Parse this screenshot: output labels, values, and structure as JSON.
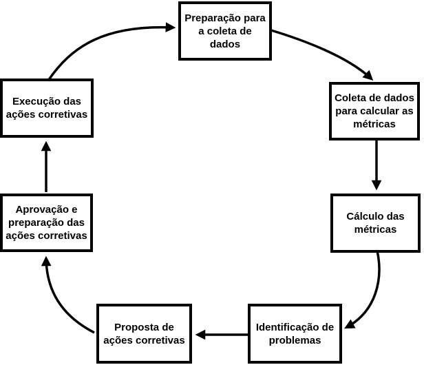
{
  "diagram": {
    "type": "cycle-flowchart",
    "colors": {
      "background": "#ffffff",
      "stroke": "#000000",
      "text": "#000000"
    },
    "nodes": {
      "preparacao": {
        "label": "Preparação para\na coleta de\ndados"
      },
      "coleta": {
        "label": "Coleta de dados\npara calcular as\nmétricas"
      },
      "calculo": {
        "label": "Cálculo das\nmétricas"
      },
      "identificacao": {
        "label": "Identificação de\nproblemas"
      },
      "proposta": {
        "label": "Proposta de\nações corretivas"
      },
      "aprovacao": {
        "label": "Aprovação e\npreparação das\nações corretivas"
      },
      "execucao": {
        "label": "Execução das\nações corretivas"
      }
    },
    "edges": [
      {
        "from": "execucao",
        "to": "preparacao"
      },
      {
        "from": "preparacao",
        "to": "coleta"
      },
      {
        "from": "coleta",
        "to": "calculo"
      },
      {
        "from": "calculo",
        "to": "identificacao"
      },
      {
        "from": "identificacao",
        "to": "proposta"
      },
      {
        "from": "proposta",
        "to": "aprovacao"
      },
      {
        "from": "aprovacao",
        "to": "execucao"
      }
    ]
  }
}
